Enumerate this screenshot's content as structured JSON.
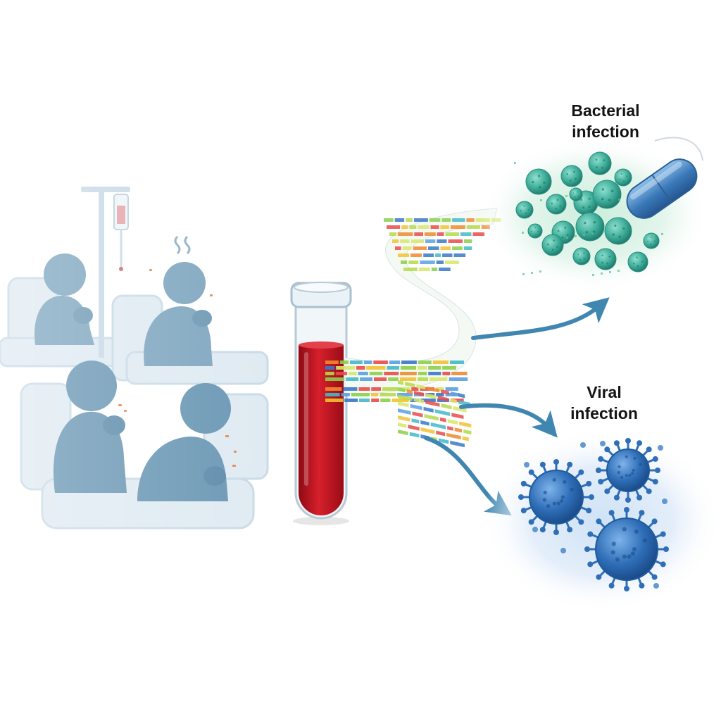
{
  "labels": {
    "bacterial": {
      "line1": "Bacterial",
      "line2": "infection"
    },
    "viral": {
      "line1": "Viral",
      "line2": "infection"
    }
  },
  "colors": {
    "silhouette": "#7ea6bf",
    "blood": "#c8101e",
    "bacteria": "#3fae9a",
    "capsule": "#3a78b8",
    "virus": "#2f6fb8",
    "arrow": "#3f86b0"
  },
  "icons": {
    "children": "sick-children-silhouette",
    "iv_stand": "iv-drip-icon",
    "fever": "fever-wavy-lines-icon",
    "tube": "blood-test-tube-icon",
    "ribbon": "gene-expression-ribbon",
    "pill": "antibiotic-capsule-icon",
    "bacteria": "bacteria-cluster-icon",
    "virus": "virus-particle-icon"
  }
}
